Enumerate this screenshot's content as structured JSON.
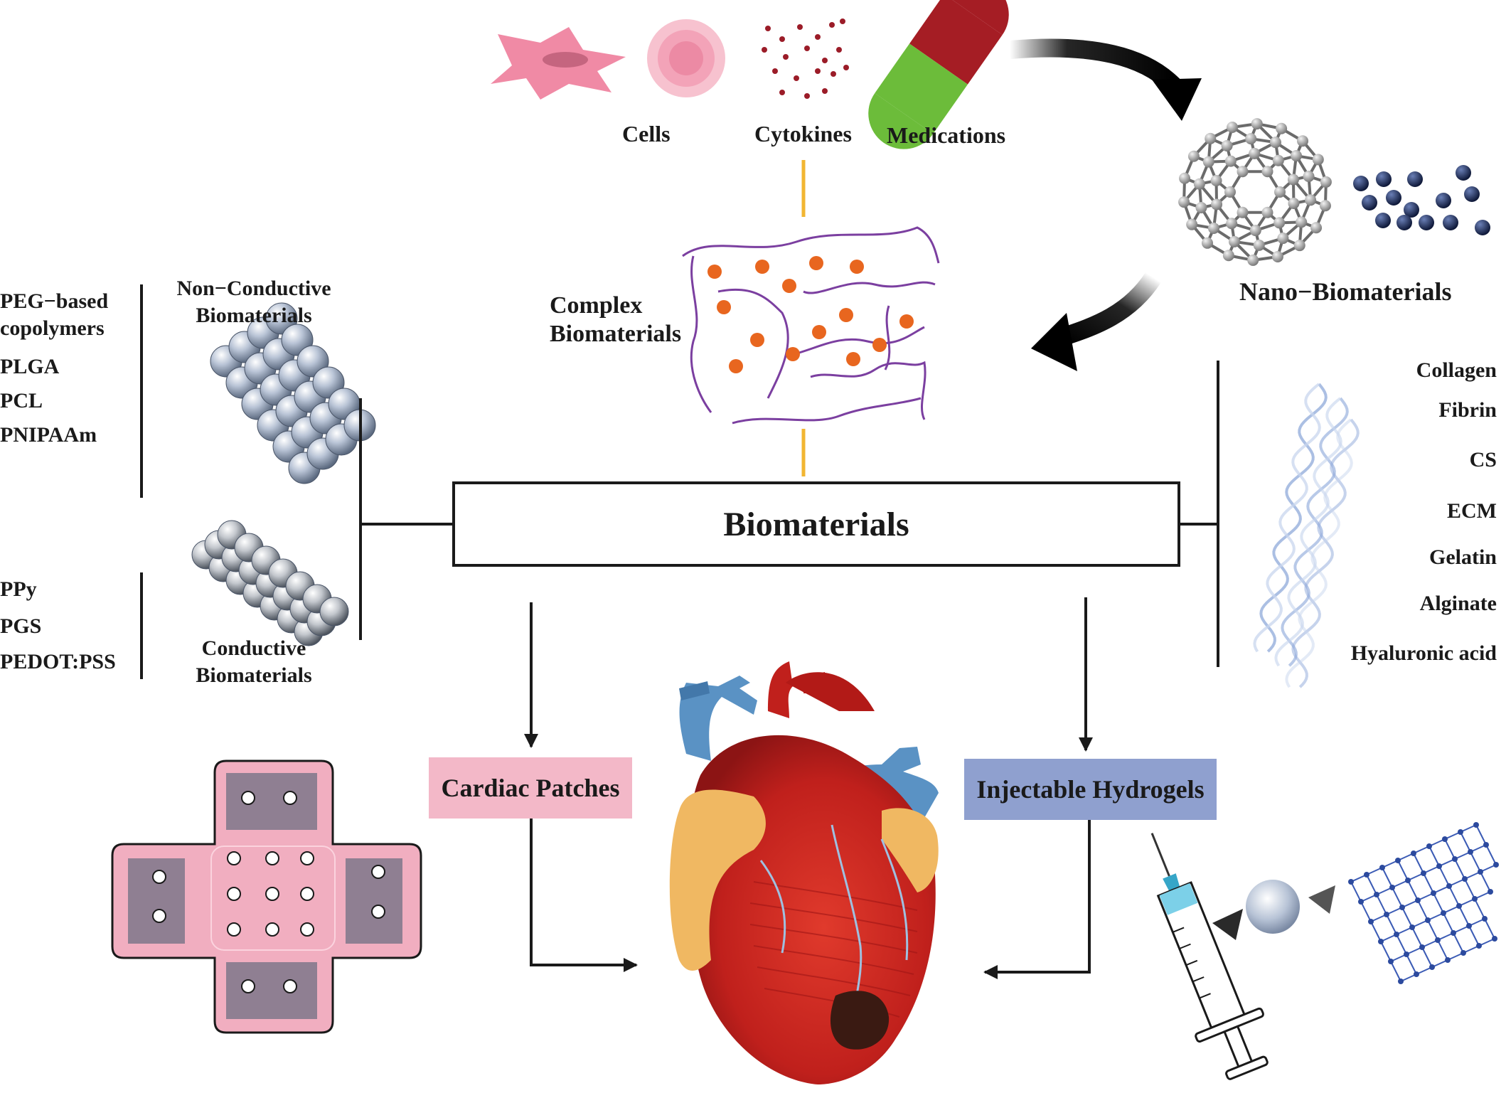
{
  "top_items": {
    "cells": "Cells",
    "cytokines": "Cytokines",
    "medications": "Medications"
  },
  "complex_biomaterials": [
    "Complex",
    "Biomaterials"
  ],
  "nano_biomaterials": "Nano−Biomaterials",
  "non_conductive": {
    "title": [
      "Non−Conductive",
      "Biomaterials"
    ],
    "items": [
      "PEG−based",
      "copolymers",
      "PLGA",
      "PCL",
      "PNIPAAm"
    ]
  },
  "conductive": {
    "title": [
      "Conductive",
      "Biomaterials"
    ],
    "items": [
      "PPy",
      "PGS",
      "PEDOT:PSS"
    ]
  },
  "natural": {
    "items": [
      "Collagen",
      "Fibrin",
      "CS",
      "ECM",
      "Gelatin",
      "Alginate",
      "Hyaluronic acid"
    ]
  },
  "central_box": "Biomaterials",
  "cardiac_patches": "Cardiac Patches",
  "injectable_hydrogels": "Injectable Hydrogels",
  "colors": {
    "patch_box": "#f3b8c8",
    "hydrogel_box": "#8fa0cf",
    "yellow_line": "#f2b632",
    "polymer_line": "#7b3fa0",
    "particle": "#e8661f",
    "cell_pink": "#f08aa5",
    "pill_red": "#a51d24",
    "pill_green": "#6cbc3a",
    "patch_pink": "#f1aec0",
    "patch_pad": "#8f7f92",
    "nano_dark": "#1c2a4a"
  }
}
